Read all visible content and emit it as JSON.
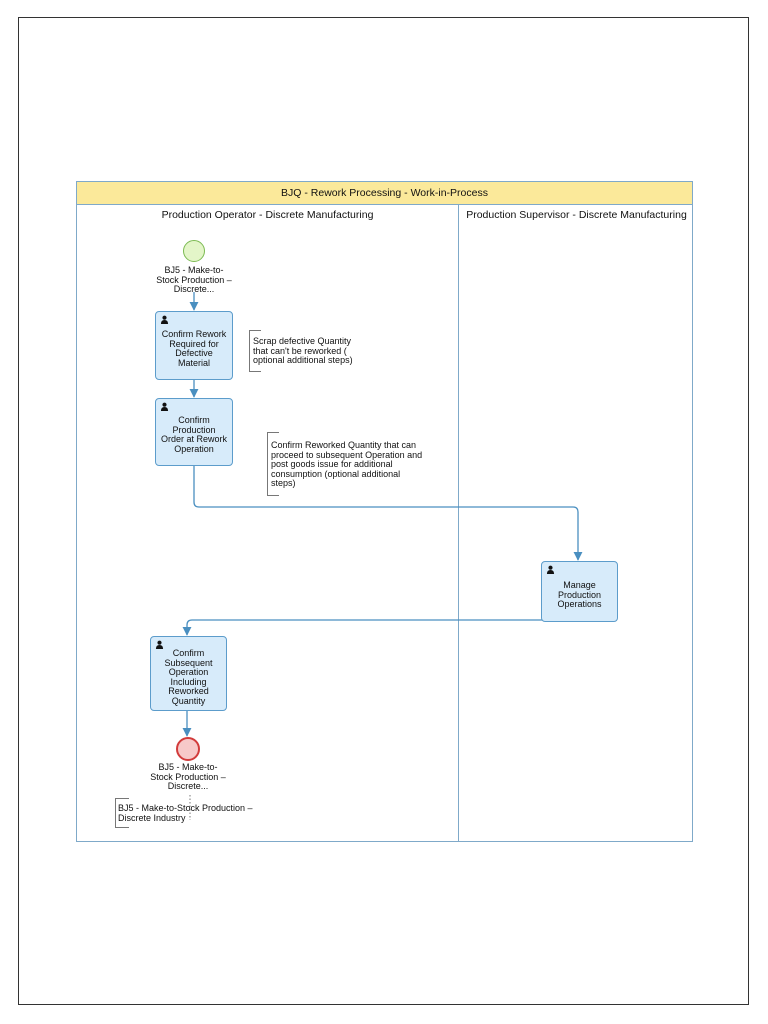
{
  "pool": {
    "title": "BJQ - Rework Processing - Work-in-Process",
    "lanes": [
      {
        "title": "Production Operator - Discrete Manufacturing"
      },
      {
        "title": "Production Supervisor - Discrete Manufacturing"
      }
    ]
  },
  "start_event": {
    "label": "BJ5 - Make-to-Stock Production – Discrete..."
  },
  "end_event": {
    "label": "BJ5 - Make-to-Stock Production – Discrete..."
  },
  "tasks": {
    "confirm_rework": "Confirm Rework Required for Defective Material",
    "confirm_production_order": "Confirm Production Order at Rework Operation",
    "manage_production": "Manage Production Operations",
    "confirm_subsequent": "Confirm Subsequent Operation Including Reworked Quantity"
  },
  "annotations": {
    "scrap": "Scrap defective Quantity that can't be reworked ( optional additional steps)",
    "reworked_quantity": "Confirm Reworked Quantity that can proceed to subsequent Operation and post goods issue for additional consumption (optional additional steps)",
    "bj5": "BJ5 - Make-to-Stock Production – Discrete Industry"
  },
  "icons": {
    "task_type": "user-icon"
  },
  "colors": {
    "pool_header": "#fbe99a",
    "task_fill": "#d7ebfa",
    "task_border": "#5c9ccb",
    "start_fill": "#e3f5c8",
    "end_stroke": "#d23b3b",
    "flow": "#4a8fc0"
  }
}
